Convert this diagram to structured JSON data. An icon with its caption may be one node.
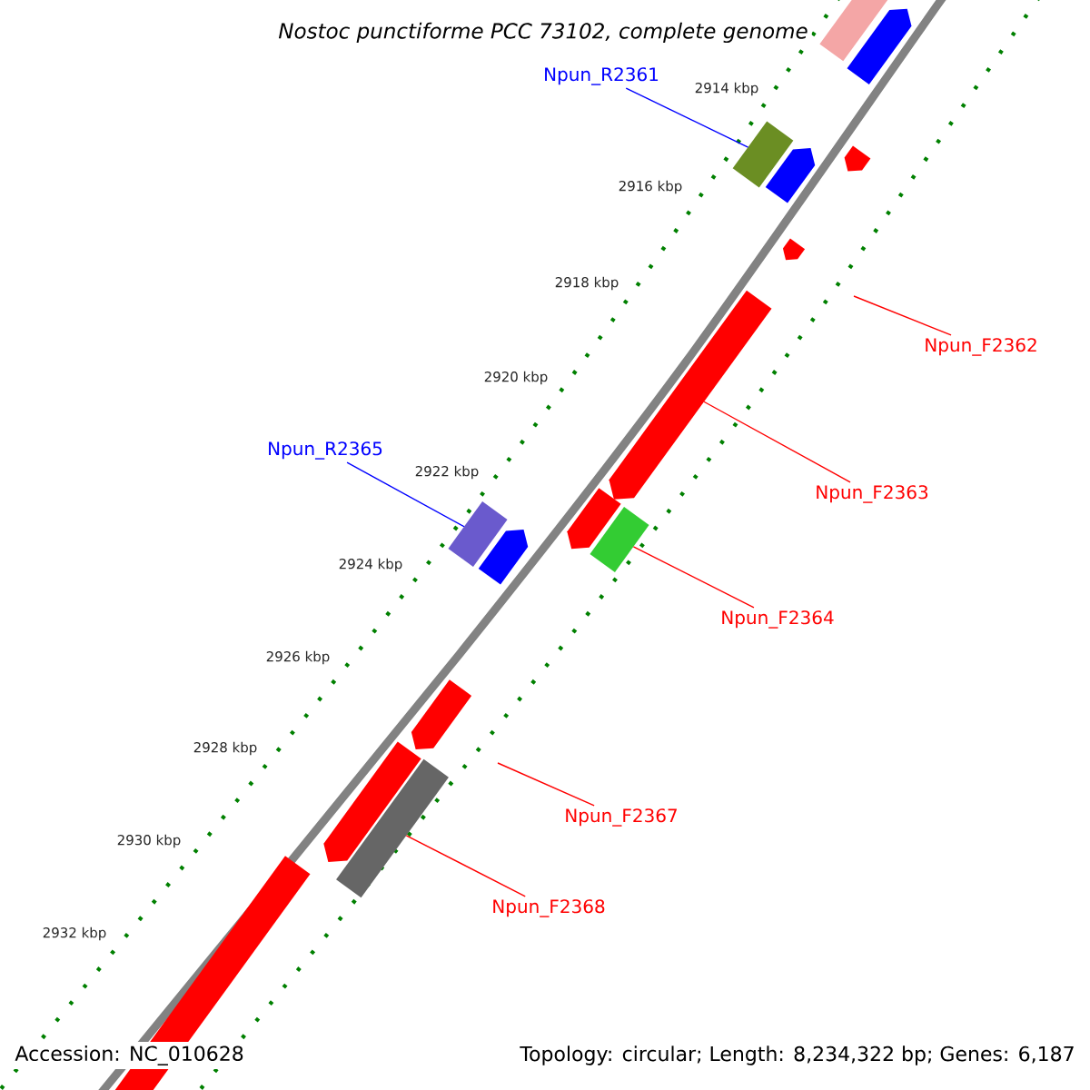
{
  "diagram": {
    "title": "Nostoc punctiforme PCC 73102, complete genome",
    "nodes": [
      {
        "text": [
          "Npun_R2361"
        ]
      },
      {
        "text": [],
        "shape": "box"
      },
      {
        "text": [
          "Npun_F2362"
        ]
      },
      {
        "text": [],
        "shape": "bar"
      },
      {
        "text": [
          "Npun_R2365"
        ]
      },
      {
        "text": [
          "Npun_F2363"
        ]
      },
      {
        "text": [],
        "shape": "box"
      },
      {
        "text": [],
        "shape": "box"
      },
      {
        "text": [
          "Npun_F2364"
        ]
      },
      {
        "text": [
          "Npun_F2367"
        ]
      },
      {
        "text": [],
        "shape": "box"
      },
      {
        "text": [
          "Npun_F2368"
        ]
      },
      {
        "text": [],
        "shape": "box"
      },
      {
        "text": [],
        "shape": "bar"
      },
      {
        "text": [],
        "shape": "bar"
      },
      {
        "text": [],
        "shape": "bar"
      },
      {
        "text": [],
        "shape": "bar"
      },
      {
        "text": [],
        "shape": "bar"
      },
      {
        "text": [],
        "shape": "bar"
      },
      {
        "text": [],
        "shape": "bar"
      },
      {
        "text": [],
        "shape": "bar"
      },
      {
        "text": [],
        "shape": "bar"
      }
    ],
    "edges": [
      {
        "from": 0,
        "to": 1,
        "arrow": "none",
        "color": "#0000ff"
      },
      {
        "from": 2,
        "to": null,
        "arrow": "none"
      },
      {
        "from": 5,
        "to": 3,
        "arrow": "none"
      },
      {
        "from": 4,
        "to": 6,
        "arrow": "none",
        "color": "#0000ff"
      },
      {
        "from": 8,
        "to": 7,
        "arrow": "none"
      },
      {
        "from": 9,
        "to": null,
        "arrow": "none"
      },
      {
        "from": 11,
        "to": 10,
        "arrow": "none"
      }
    ],
    "labels": [
      "2914 kbp",
      "2916 kbp",
      "2918 kbp",
      "2920 kbp",
      "2922 kbp",
      "2924 kbp",
      "2926 kbp",
      "2928 kbp",
      "2930 kbp",
      "2932 kbp",
      "Accession: NC_010628",
      "Topology: circular; Length: 8,234,322 bp; Genes: 6,187"
    ]
  }
}
